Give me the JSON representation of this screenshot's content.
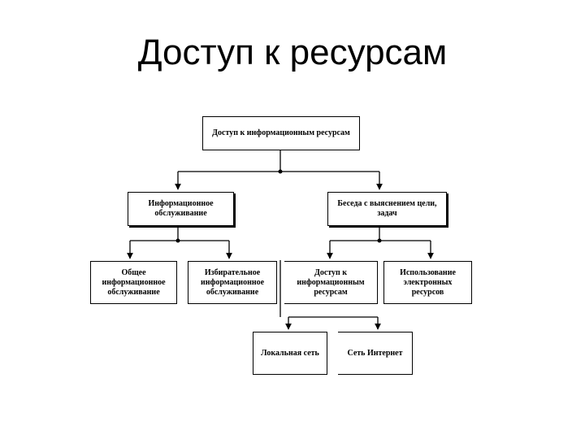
{
  "slide": {
    "title": "Доступ к ресурсам"
  },
  "diagram": {
    "root": "Доступ к информационным ресурсам",
    "level1": {
      "left": "Информационное обслуживание",
      "right": "Беседа с выяснением цели, задач"
    },
    "level2": {
      "general": "Общее информационное обслуживание",
      "selective": "Избирательное информационное обслуживание",
      "access": "Доступ к информационным ресурсам",
      "electronic": "Использование электронных ресурсов"
    },
    "level3": {
      "local": "Локальная сеть",
      "internet": "Сеть Интернет"
    }
  }
}
